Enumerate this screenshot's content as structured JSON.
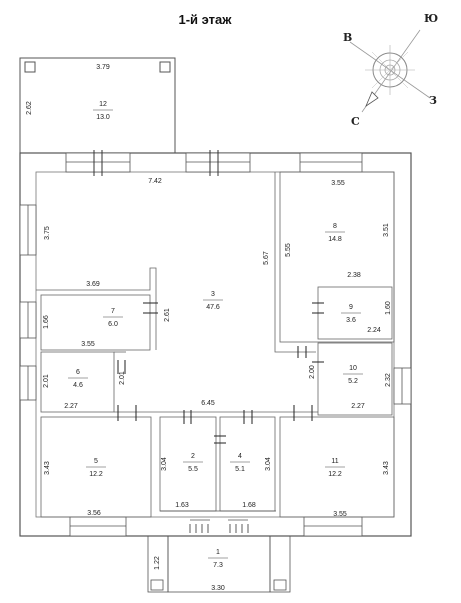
{
  "title": "1-й этаж",
  "compass": {
    "n": "В",
    "s": "З",
    "e": "Ю",
    "w": "С"
  },
  "rooms": [
    {
      "id": "1",
      "num": "1",
      "area": "7.3"
    },
    {
      "id": "2",
      "num": "2",
      "area": "5.5"
    },
    {
      "id": "3",
      "num": "3",
      "area": "47.6"
    },
    {
      "id": "4",
      "num": "4",
      "area": "5.1"
    },
    {
      "id": "5",
      "num": "5",
      "area": "12.2"
    },
    {
      "id": "6",
      "num": "6",
      "area": "4.6"
    },
    {
      "id": "7",
      "num": "7",
      "area": "6.0"
    },
    {
      "id": "8",
      "num": "8",
      "area": "14.8"
    },
    {
      "id": "9",
      "num": "9",
      "area": "3.6"
    },
    {
      "id": "10",
      "num": "10",
      "area": "5.2"
    },
    {
      "id": "11",
      "num": "11",
      "area": "12.2"
    },
    {
      "id": "12",
      "num": "12",
      "area": "13.0"
    }
  ],
  "dims": {
    "d_379": "3.79",
    "d_262": "2.62",
    "d_742": "7.42",
    "d_375": "3.75",
    "d_369": "3.69",
    "d_166": "1.66",
    "d_355a": "3.55",
    "d_261": "2.61",
    "d_201a": "2.01",
    "d_201b": "2.01",
    "d_227a": "2.27",
    "d_645": "6.45",
    "d_567": "5.67",
    "d_555": "5.55",
    "d_355b": "3.55",
    "d_351": "3.51",
    "d_238": "2.38",
    "d_160": "1.60",
    "d_224": "2.24",
    "d_200": "2.00",
    "d_232": "2.32",
    "d_227b": "2.27",
    "d_343a": "3.43",
    "d_356": "3.56",
    "d_304a": "3.04",
    "d_304b": "3.04",
    "d_163": "1.63",
    "d_168": "1.68",
    "d_343b": "3.43",
    "d_355c": "3.55",
    "d_122": "1.22",
    "d_330": "3.30"
  }
}
